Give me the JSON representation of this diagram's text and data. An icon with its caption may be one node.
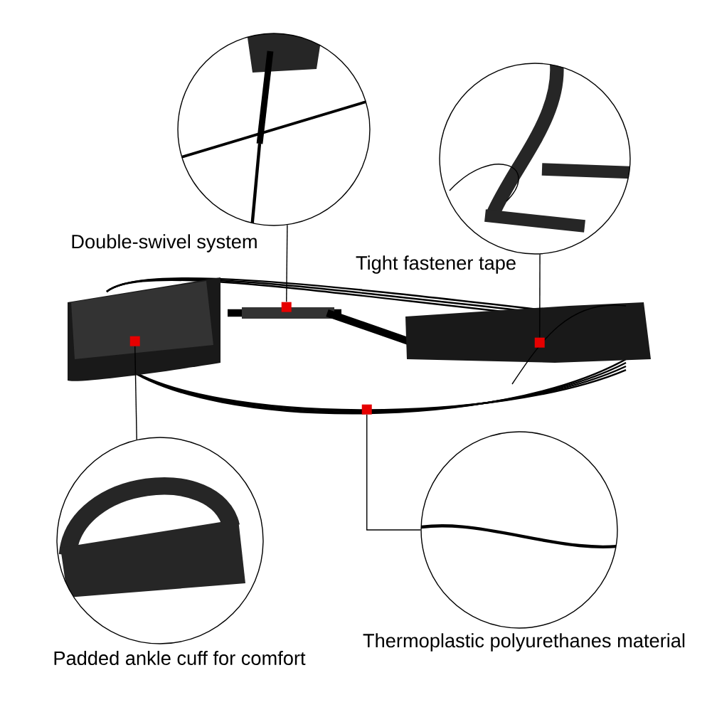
{
  "diagram": {
    "nodes": [
      {
        "text": [
          "Double-swivel system"
        ]
      },
      {
        "text": [
          "Tight fastener tape"
        ]
      },
      {
        "text": [],
        "shape": "picture"
      },
      {
        "text": [],
        "shape": "box",
        "in": 2
      },
      {
        "text": [],
        "shape": "box",
        "in": 2
      },
      {
        "text": [],
        "shape": "box",
        "in": 2
      },
      {
        "text": [],
        "shape": "box",
        "in": 2
      },
      {
        "text": [
          "Padded ankle cuff for comfort"
        ]
      },
      {
        "text": [
          "Thermoplastic polyurethanes material"
        ]
      }
    ],
    "edges": [
      {
        "from": 4,
        "to": 0,
        "arrow": "none"
      },
      {
        "from": 5,
        "to": 1,
        "arrow": "none"
      },
      {
        "from": 3,
        "to": 7,
        "arrow": "none"
      },
      {
        "from": 6,
        "to": 8,
        "arrow": "none"
      }
    ]
  }
}
